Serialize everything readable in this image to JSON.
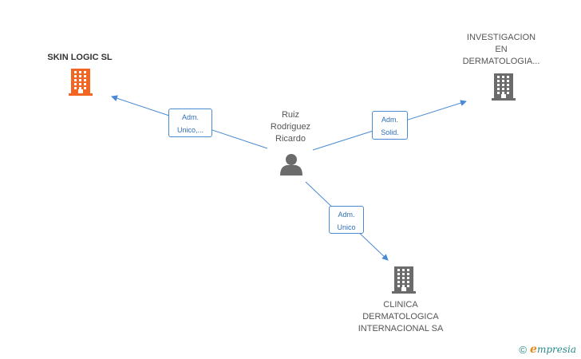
{
  "colors": {
    "edge": "#4a8ad4",
    "company_primary": "#f26522",
    "company_default": "#6b6b6b",
    "person": "#6b6b6b"
  },
  "person": {
    "name_lines": [
      "Ruiz",
      "Rodriguez",
      "Ricardo"
    ],
    "icon": "person-icon"
  },
  "companies": [
    {
      "id": "skin-logic",
      "name_lines": [
        "SKIN LOGIC SL"
      ],
      "icon": "building-icon",
      "highlight": true
    },
    {
      "id": "investigacion",
      "name_lines": [
        "INVESTIGACION",
        "EN",
        "DERMATOLOGIA..."
      ],
      "icon": "building-icon",
      "highlight": false
    },
    {
      "id": "clinica",
      "name_lines": [
        "CLINICA",
        "DERMATOLOGICA",
        "INTERNACIONAL SA"
      ],
      "icon": "building-icon",
      "highlight": false
    }
  ],
  "relations": [
    {
      "to": "skin-logic",
      "lines": [
        "Adm.",
        "Unico,..."
      ]
    },
    {
      "to": "investigacion",
      "lines": [
        "Adm.",
        "Solid."
      ]
    },
    {
      "to": "clinica",
      "lines": [
        "Adm.",
        "Unico"
      ]
    }
  ],
  "footer": {
    "copyright": "©",
    "brand_initial": "e",
    "brand_rest": "mpresia"
  }
}
